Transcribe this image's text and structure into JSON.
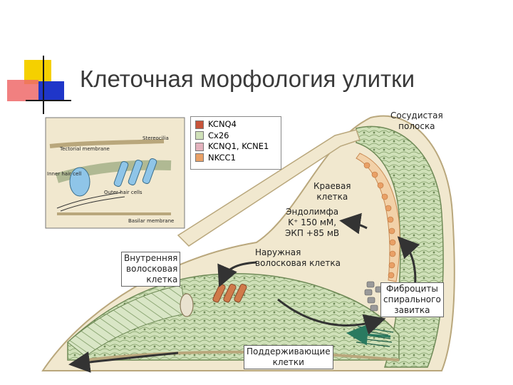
{
  "title": "Клеточная морфология улитки",
  "legend": [
    {
      "label": "KCNQ4",
      "color": "#c7543a"
    },
    {
      "label": "Cx26",
      "color": "#cfe0b8"
    },
    {
      "label": "KCNQ1, KCNE1",
      "color": "#e3b2bd"
    },
    {
      "label": "NKCC1",
      "color": "#e9a066"
    }
  ],
  "labels": {
    "stria": [
      "Сосудистая",
      "полоска"
    ],
    "marginal": [
      "Краевая",
      "клетка"
    ],
    "endolymph": [
      "Эндолимфа",
      "K⁺ 150 мМ,",
      "ЭКП +85 мВ"
    ],
    "outer_hair": [
      "Наружная",
      "волосковая клетка"
    ],
    "inner_hair": [
      "Внутренняя",
      "волосковая",
      "клетка"
    ],
    "fibrocytes": [
      "Фиброциты",
      "спирального",
      "завитка"
    ],
    "supporting": [
      "Поддерживающие",
      "клетки"
    ]
  },
  "inset_labels": {
    "stereocilia": "Stereocilia",
    "tectorial": "Tectorial membrane",
    "inner_hair": "Inner hair cell",
    "outer_hair": "Outer hair cells",
    "basilar": "Basilar membrane"
  },
  "colors": {
    "accent_yellow": "#f5d000",
    "accent_red": "#ef6a6a",
    "accent_blue": "#1f36c9",
    "tissue_green": "#cfe0b8",
    "tissue_line": "#6f8a57",
    "bone": "#f1e8cf",
    "arrow": "#3a3a3a",
    "teal_arrow": "#2a7a60"
  }
}
